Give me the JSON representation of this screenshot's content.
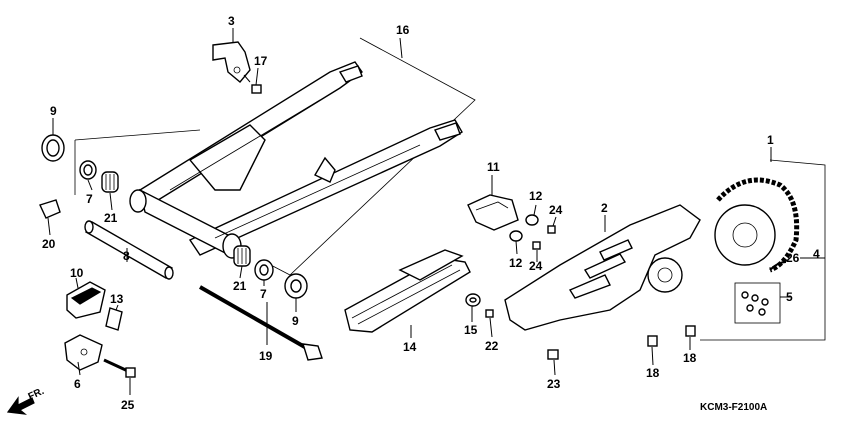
{
  "diagram_code": "KCM3-F2100A",
  "direction_label": "FR.",
  "callouts": [
    {
      "id": "c1",
      "text": "1"
    },
    {
      "id": "c2",
      "text": "2"
    },
    {
      "id": "c3",
      "text": "3"
    },
    {
      "id": "c4",
      "text": "4"
    },
    {
      "id": "c5",
      "text": "5"
    },
    {
      "id": "c6",
      "text": "6"
    },
    {
      "id": "c7a",
      "text": "7"
    },
    {
      "id": "c7b",
      "text": "7"
    },
    {
      "id": "c8",
      "text": "8"
    },
    {
      "id": "c9a",
      "text": "9"
    },
    {
      "id": "c9b",
      "text": "9"
    },
    {
      "id": "c10",
      "text": "10"
    },
    {
      "id": "c11",
      "text": "11"
    },
    {
      "id": "c12a",
      "text": "12"
    },
    {
      "id": "c12b",
      "text": "12"
    },
    {
      "id": "c13",
      "text": "13"
    },
    {
      "id": "c14",
      "text": "14"
    },
    {
      "id": "c15",
      "text": "15"
    },
    {
      "id": "c16",
      "text": "16"
    },
    {
      "id": "c17",
      "text": "17"
    },
    {
      "id": "c18a",
      "text": "18"
    },
    {
      "id": "c18b",
      "text": "18"
    },
    {
      "id": "c19",
      "text": "19"
    },
    {
      "id": "c20",
      "text": "20"
    },
    {
      "id": "c21a",
      "text": "21"
    },
    {
      "id": "c21b",
      "text": "21"
    },
    {
      "id": "c22",
      "text": "22"
    },
    {
      "id": "c23",
      "text": "23"
    },
    {
      "id": "c24a",
      "text": "24"
    },
    {
      "id": "c24b",
      "text": "24"
    },
    {
      "id": "c25",
      "text": "25"
    },
    {
      "id": "c26",
      "text": "26"
    }
  ]
}
